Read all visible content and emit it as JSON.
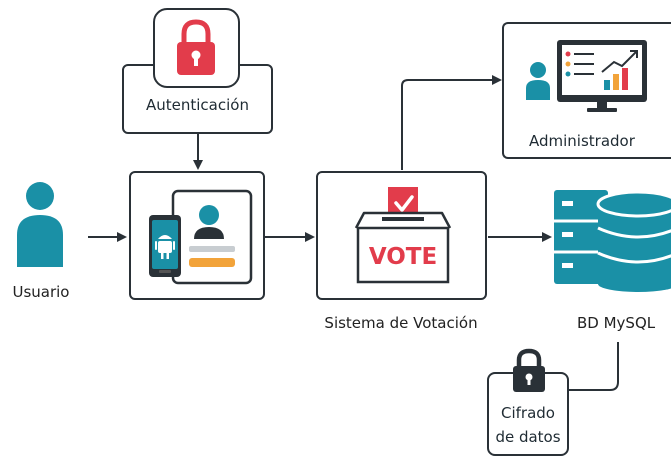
{
  "nodes": {
    "usuario": {
      "label": "Usuario"
    },
    "autenticacion": {
      "label": "Autenticación"
    },
    "sistema": {
      "label": "Sistema de Votación",
      "ballot_text": "VOTE"
    },
    "administrador": {
      "label": "Administrador"
    },
    "bd": {
      "label": "BD MySQL"
    },
    "cifrado": {
      "label_line1": "Cifrado",
      "label_line2": "de datos"
    }
  },
  "colors": {
    "teal": "#1a90a6",
    "red": "#e23c4b",
    "orange": "#f2a33a",
    "dark": "#2a3137"
  }
}
